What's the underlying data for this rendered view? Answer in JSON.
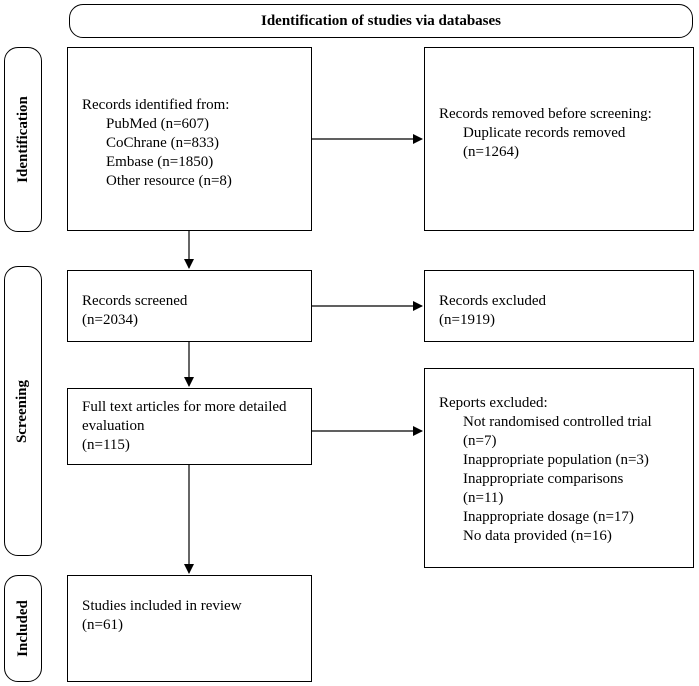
{
  "header": {
    "title": "Identification of studies via databases"
  },
  "stages": {
    "identification": "Identification",
    "screening": "Screening",
    "included": "Included"
  },
  "identified": {
    "title": "Records identified from:",
    "sources": [
      "PubMed (n=607)",
      "CoChrane (n=833)",
      "Embase (n=1850)",
      "Other resource (n=8)"
    ]
  },
  "removed": {
    "title": "Records removed before screening:",
    "item": "Duplicate records removed",
    "count": "(n=1264)"
  },
  "screened": {
    "title": "Records screened",
    "count": "(n=2034)"
  },
  "excluded": {
    "title": "Records excluded",
    "count": "(n=1919)"
  },
  "fulltext": {
    "line1": "Full text articles for more detailed",
    "line2": "evaluation",
    "count": "(n=115)"
  },
  "reports_excluded": {
    "title": "Reports excluded:",
    "reasons": [
      "Not randomised controlled trial",
      "(n=7)",
      "Inappropriate population (n=3)",
      "Inappropriate comparisons",
      "(n=11)",
      "Inappropriate dosage (n=17)",
      "No data provided (n=16)"
    ]
  },
  "included": {
    "title": "Studies included in review",
    "count": "(n=61)"
  }
}
